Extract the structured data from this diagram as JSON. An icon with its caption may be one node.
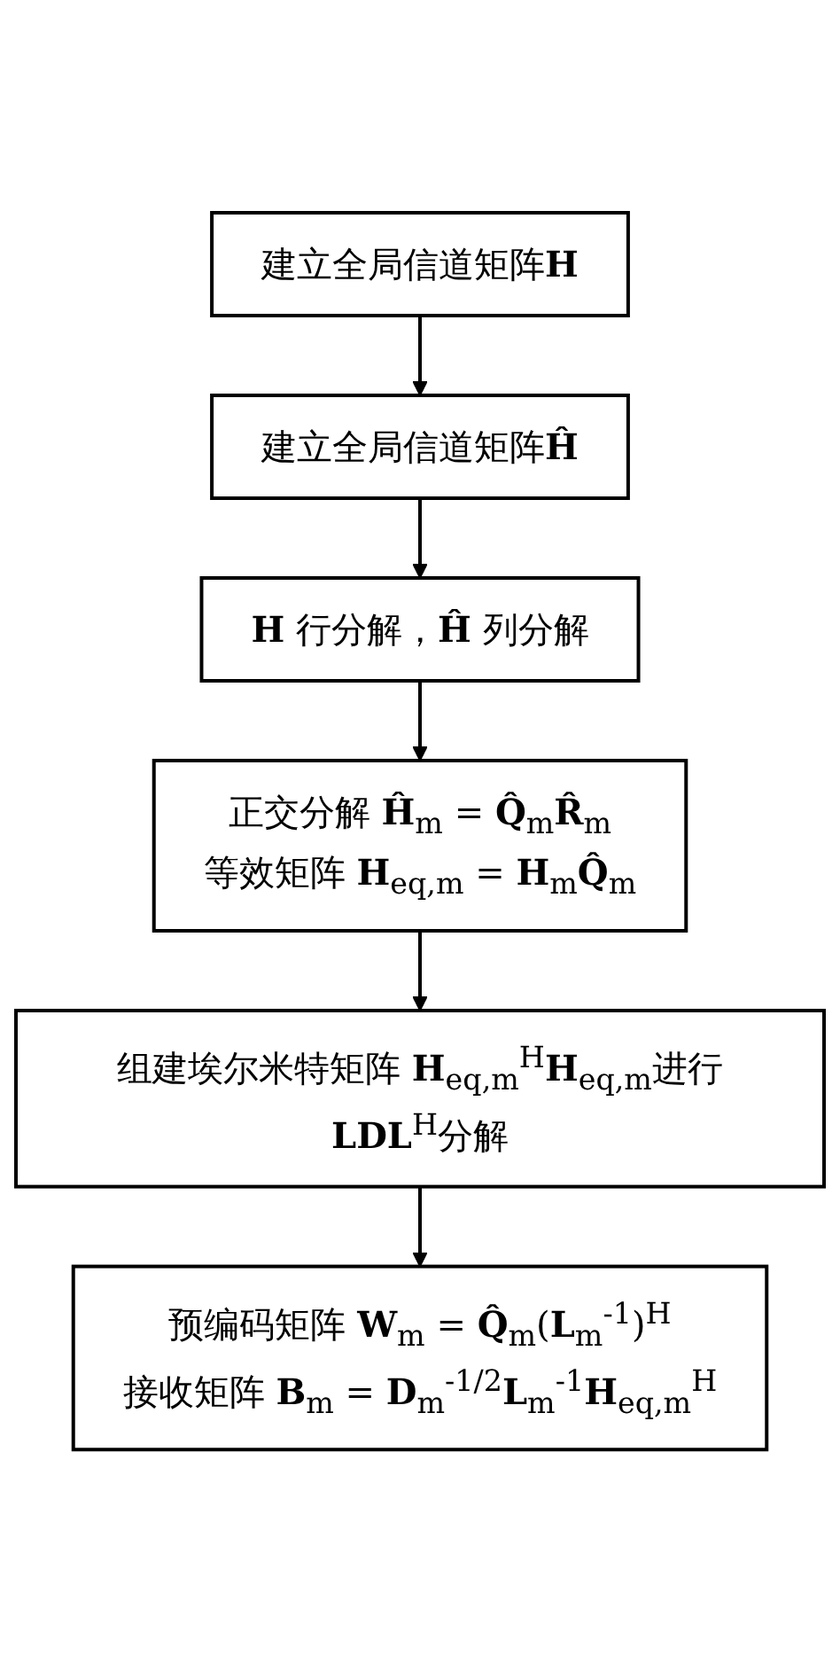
{
  "diagram": {
    "nodes": [
      {
        "text": [
          "建立全局信道矩阵**H**"
        ]
      },
      {
        "text": [
          "建立全局信道矩阵**Ĥ**"
        ]
      },
      {
        "text": [
          "**H** 行分解，**Ĥ** 列分解"
        ]
      },
      {
        "text": [
          "正交分解 **Ĥ**$_{m}$ = **Q̂**$_{m}$**R̂**$_{m}$",
          "等效矩阵 **H**$_{eq,m}$ = **H**$_{m}$**Q̂**$_{m}$"
        ]
      },
      {
        "text": [
          "组建埃尔米特矩阵 **H**$_{eq,m}$$^{H}$**H**$_{eq,m}$进行**LDL**$^{H}$分解"
        ]
      },
      {
        "text": [
          "预编码矩阵 **W**$_{m}$ = **Q̂**$_{m}$(**L**$_{m}$$^{-1}$)$^{H}$",
          "接收矩阵 **B**$_{m}$ = **D**$_{m}$$^{-1/2}$**L**$_{m}$$^{-1}$**H**$_{eq,m}$$^{H}$"
        ]
      }
    ],
    "edges": [
      {
        "from": 0,
        "to": 1,
        "arrow": "to"
      },
      {
        "from": 1,
        "to": 2,
        "arrow": "to"
      },
      {
        "from": 2,
        "to": 3,
        "arrow": "to"
      },
      {
        "from": 3,
        "to": 4,
        "arrow": "to"
      },
      {
        "from": 4,
        "to": 5,
        "arrow": "to"
      }
    ]
  }
}
